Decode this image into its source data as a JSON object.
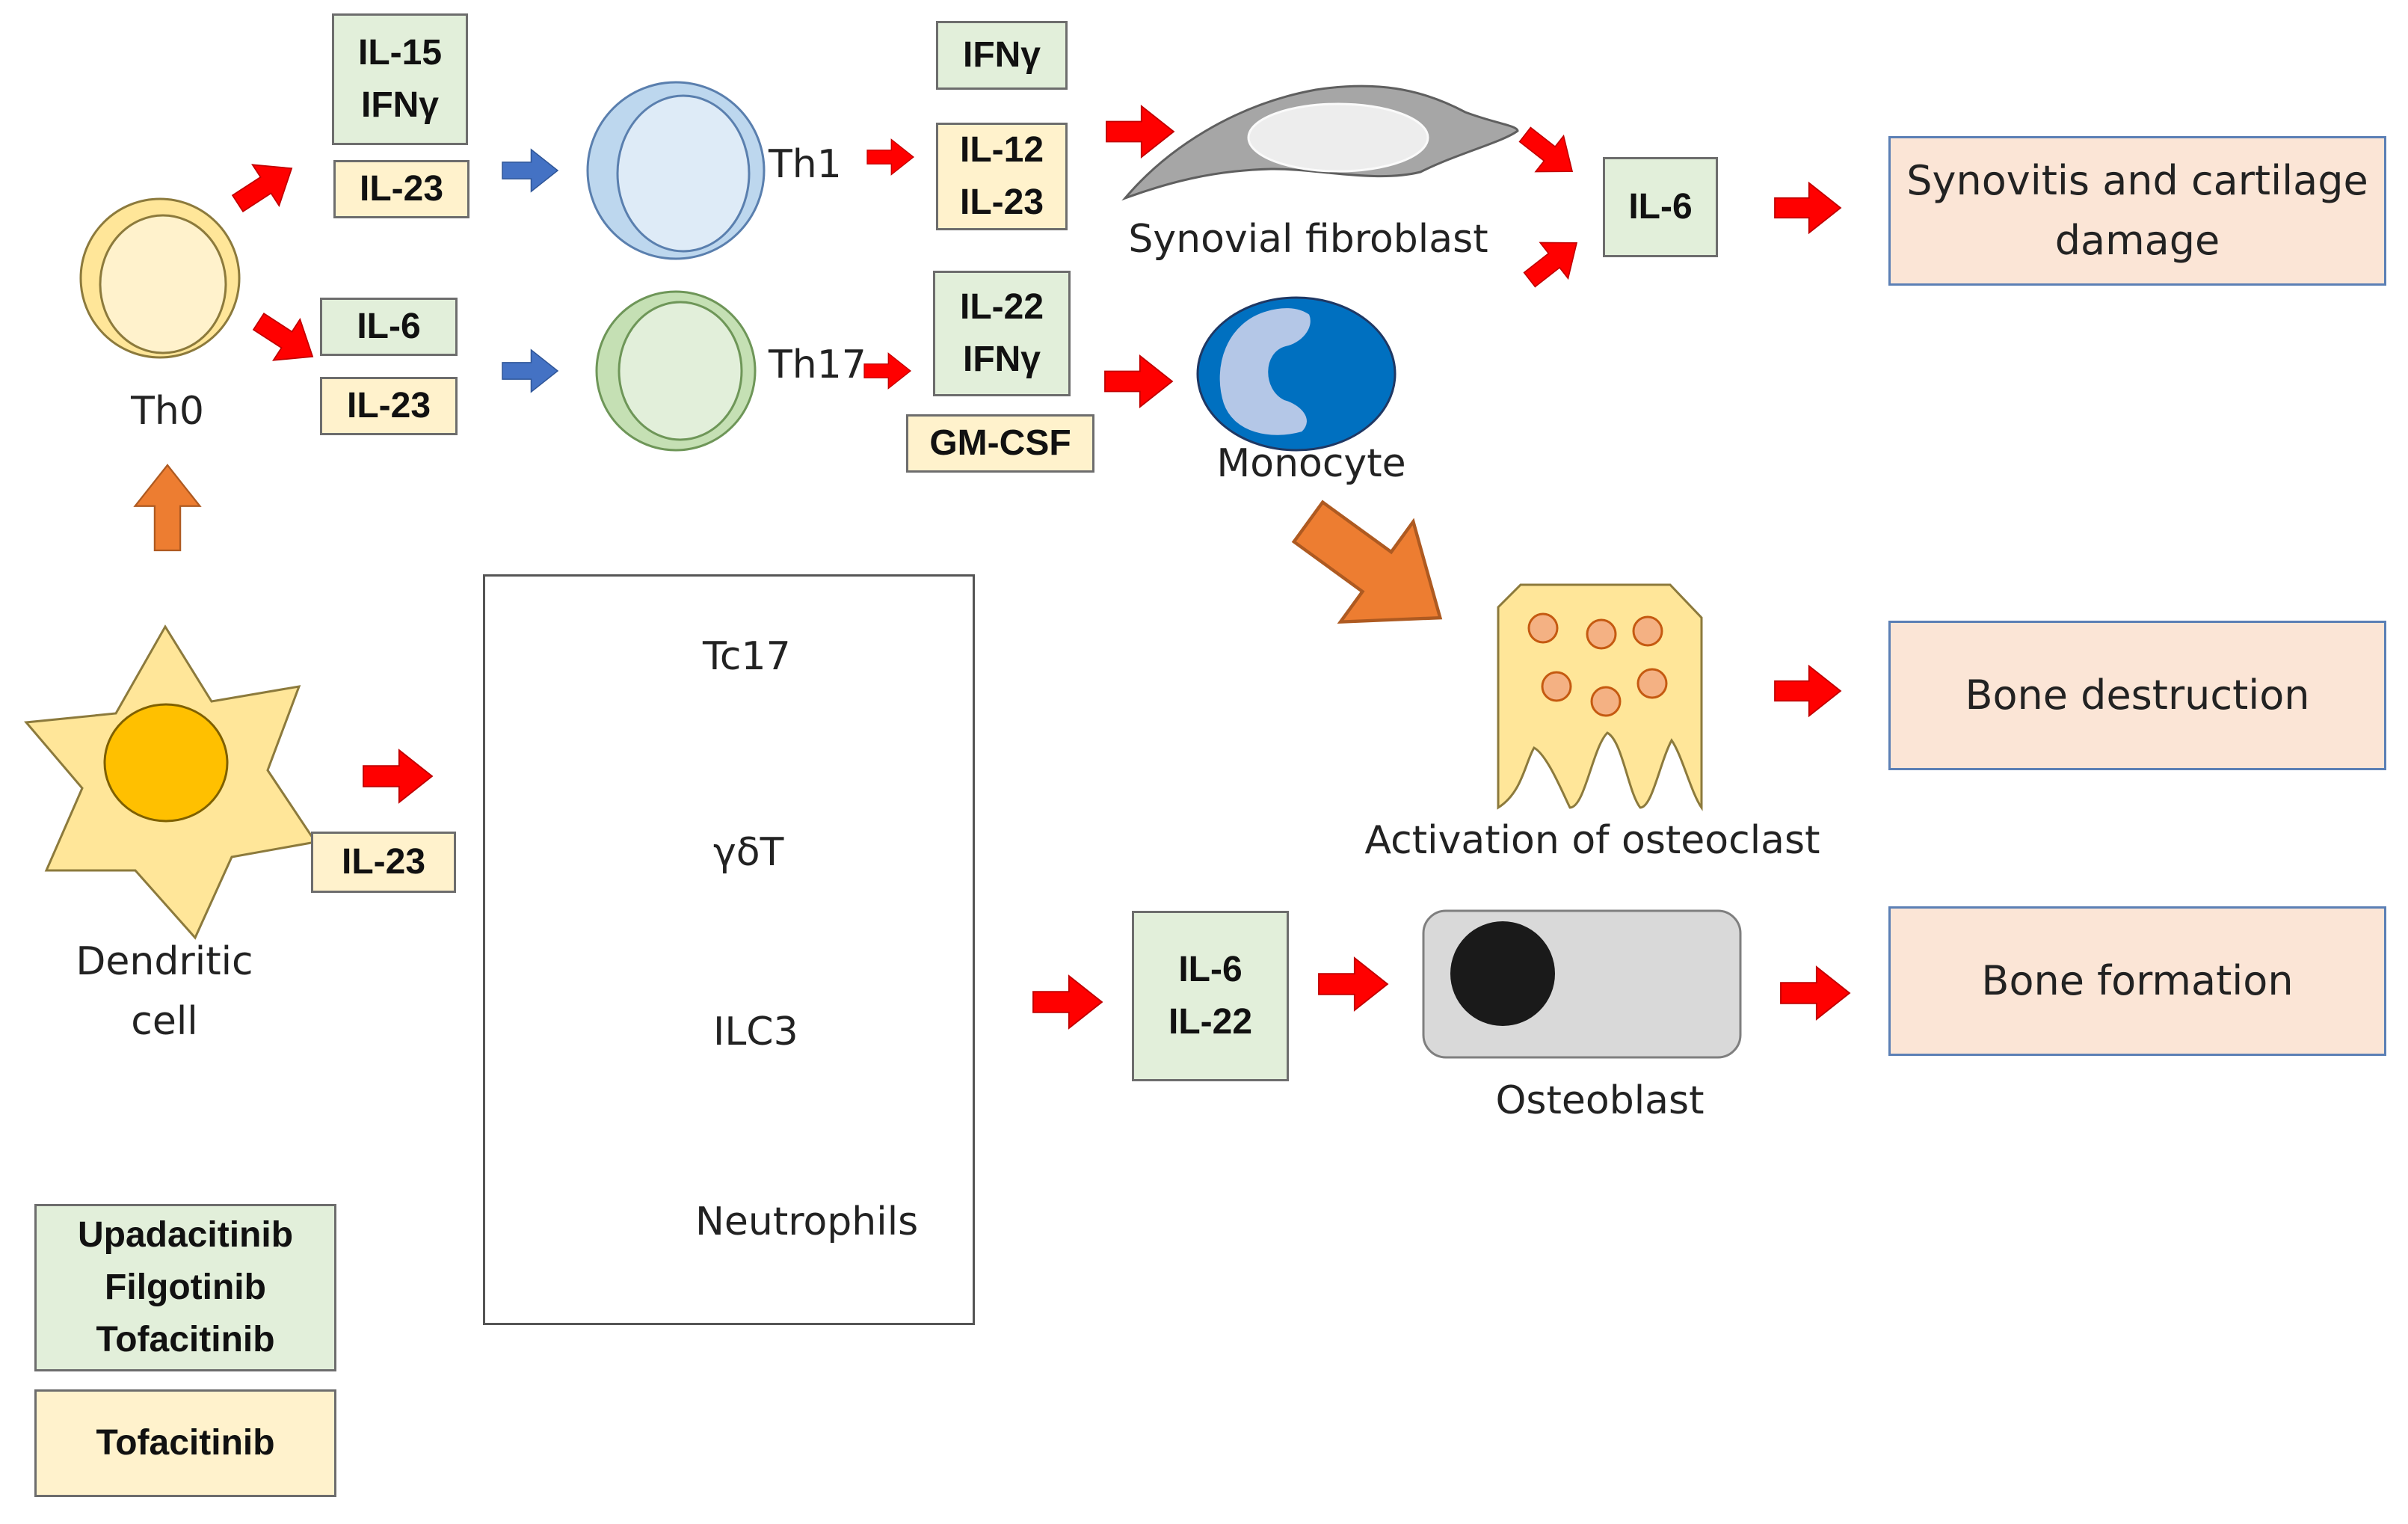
{
  "cells": {
    "th0": "Th0",
    "th1": "Th1",
    "th17": "Th17",
    "dendritic": "Dendritic\ncell",
    "synovial_fibroblast": "Synovial fibroblast",
    "monocyte": "Monocyte",
    "osteoclast": "Activation of osteoclast",
    "osteoblast": "Osteoblast",
    "tc17": "Tc17",
    "gdt": "γδT",
    "ilc3": "ILC3",
    "neutrophils": "Neutrophils"
  },
  "cytokines": {
    "th1_green": "IL-15\nIFNγ",
    "th1_yellow": "IL-23",
    "th17_green": "IL-6",
    "th17_yellow": "IL-23",
    "th1_out_green": "IFNγ",
    "th1_out_yellow": "IL-12\nIL-23",
    "th17_out_green": "IL-22\nIFNγ",
    "th17_out_yellow": "GM-CSF",
    "fibro_out": "IL-6",
    "dc_out": "IL-23",
    "innate_out": "IL-6\nIL-22"
  },
  "outcomes": {
    "synovitis": "Synovitis and cartilage\ndamage",
    "bone_destruction": "Bone destruction",
    "bone_formation": "Bone formation"
  },
  "legend": {
    "green": "Upadacitinib\nFilgotinib\nTofacitinib",
    "yellow": "Tofacitinib"
  },
  "colors": {
    "green_fill": "#e2efda",
    "yellow_fill": "#fff2cc",
    "outcome_fill": "#fbe5d6",
    "red_arrow": "#ff0000",
    "blue_arrow": "#4472c4",
    "orange_arrow": "#ed7d31"
  }
}
